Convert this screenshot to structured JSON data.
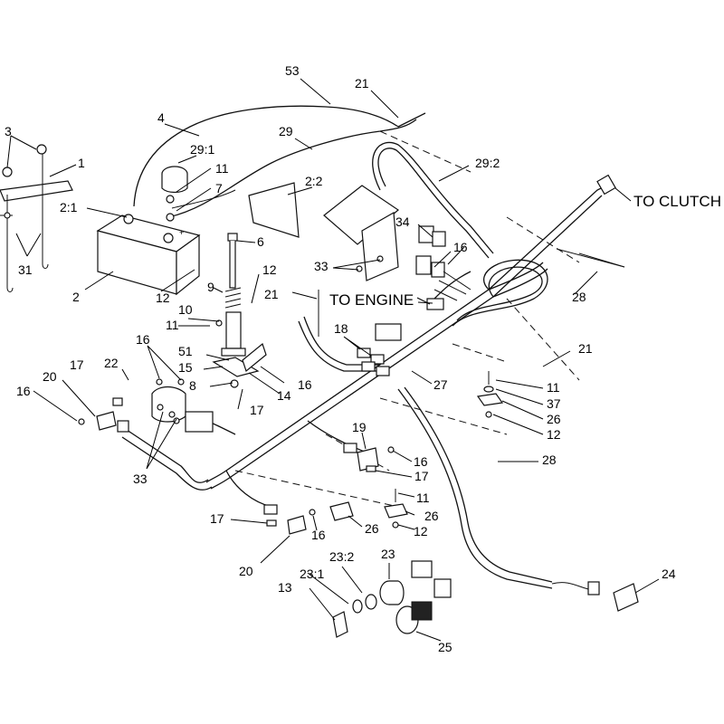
{
  "callouts": {
    "c53": "53",
    "c21_top": "21",
    "c4": "4",
    "c29": "29",
    "c29_1": "29:1",
    "c29_2": "29:2",
    "c3": "3",
    "c1": "1",
    "c11_a": "11",
    "c7": "7",
    "c2_1": "2:1",
    "c2_2": "2:2",
    "c31": "31",
    "c6": "6",
    "c34": "34",
    "c16_a": "16",
    "c33_a": "33",
    "c2": "2",
    "c12_a": "12",
    "c12_b": "12",
    "c9": "9",
    "c21_mid": "21",
    "c10": "10",
    "c11_b": "11",
    "c18": "18",
    "c28_a": "28",
    "c16_b": "16",
    "c22": "22",
    "c17_a": "17",
    "c51": "51",
    "c15": "15",
    "c8": "8",
    "c14": "14",
    "c16_c": "16",
    "c17_b": "17",
    "c21_right": "21",
    "c27": "27",
    "c11_c": "11",
    "c37": "37",
    "c26_a": "26",
    "c12_c": "12",
    "c16_d": "16",
    "c20_a": "20",
    "c33_b": "33",
    "c19": "19",
    "c16_e": "16",
    "c17_c": "17",
    "c28_b": "28",
    "c11_d": "11",
    "c26_b": "26",
    "c12_d": "12",
    "c17_d": "17",
    "c16_f": "16",
    "c26_c": "26",
    "c20_b": "20",
    "c23_2": "23:2",
    "c23": "23",
    "c13": "13",
    "c23_1": "23:1",
    "c24": "24",
    "c25": "25"
  },
  "labels": {
    "to_clutch": "TO CLUTCH",
    "to_engine": "TO ENGINE"
  }
}
